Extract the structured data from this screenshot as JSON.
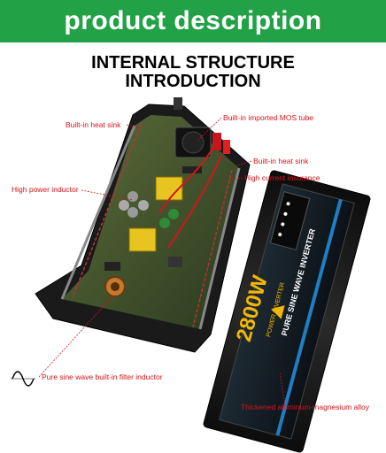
{
  "banner": {
    "title": "product description"
  },
  "heading": {
    "line1": "INTERNAL STRUCTURE",
    "line2": "INTRODUCTION"
  },
  "labels": {
    "heat_sink_left": "Built-in heat sink",
    "mos_tube": "Built-in imported MOS tube",
    "heat_sink_right": "Built-in heat sink",
    "insurance": "High current insurance",
    "inductor": "High power inductor",
    "filter_inductor": "Pure sine wave built-in filter inductor",
    "alloy": "Thickened aluminum-magnesium alloy"
  },
  "product": {
    "power": "2800W",
    "model_line1": "PURE SINE WAVE INVERTER",
    "model_line2": "POWER INVERTER"
  },
  "colors": {
    "banner": "#22a147",
    "label": "#d4141c",
    "case": "#151515",
    "accent_gold": "#f2b705"
  },
  "icons": {
    "sine_wave": "sine-wave-icon",
    "warning": "warning-triangle-icon"
  }
}
